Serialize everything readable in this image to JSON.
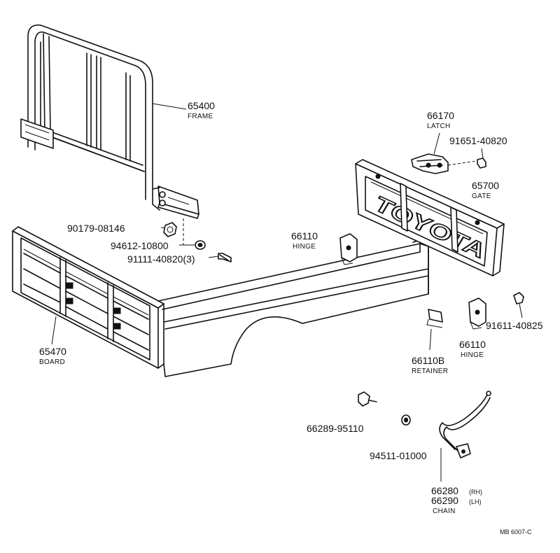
{
  "parts": {
    "frame": {
      "number": "65400",
      "name": "FRAME"
    },
    "latch": {
      "number": "66170",
      "name": "LATCH"
    },
    "latch_bolt": {
      "number": "91651-40820"
    },
    "gate": {
      "number": "65700",
      "name": "GATE",
      "panel_text": "TOYOTA"
    },
    "nut": {
      "number": "90179-08146"
    },
    "washer": {
      "number": "94612-10800"
    },
    "frame_bolt": {
      "number": "91111-40820(3)"
    },
    "hinge_upper": {
      "number": "66110",
      "name": "HINGE"
    },
    "hinge_lower": {
      "number": "66110",
      "name": "HINGE"
    },
    "hinge_bolt": {
      "number": "91611-40825"
    },
    "board": {
      "number": "65470",
      "name": "BOARD"
    },
    "retainer": {
      "number": "66110B",
      "name": "RETAINER"
    },
    "chain_bolt": {
      "number": "66289-95110"
    },
    "chain_washer": {
      "number": "94511-01000"
    },
    "chain": {
      "number_rh": "66280",
      "suffix_rh": "(RH)",
      "number_lh": "66290",
      "suffix_lh": "(LH)",
      "name": "CHAIN"
    }
  },
  "reference": "MB 6007-C"
}
